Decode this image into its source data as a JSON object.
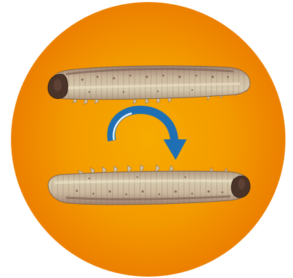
{
  "icon": {
    "name": "caterpillar-flip-icon",
    "colors": {
      "disc_center": "#f6a400",
      "disc_edge": "#ee8200",
      "arrow": "#1f6fb4",
      "arrow_highlight": "#ffffff",
      "body_light": "#d9cdb0",
      "body_mid": "#b79f84",
      "body_dark": "#7a5a48",
      "head": "#4a3328"
    },
    "elements": [
      "orange-disc",
      "caterpillar-top",
      "curved-arrow",
      "caterpillar-bottom"
    ]
  }
}
